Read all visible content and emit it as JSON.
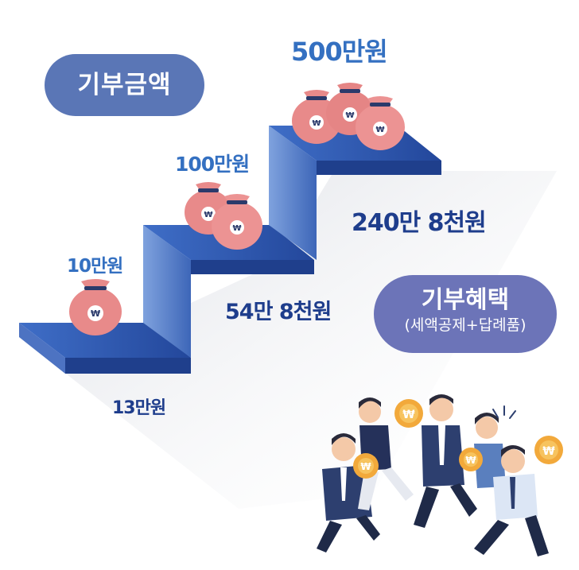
{
  "donation": {
    "title": "기부금액",
    "levels": [
      {
        "donation": "10만원",
        "benefit": "13만원"
      },
      {
        "donation": "100만원",
        "benefit": "54만 8천원"
      },
      {
        "donation": "500만원",
        "benefit": "240만 8천원"
      }
    ]
  },
  "benefit": {
    "title": "기부혜택",
    "subtitle": "(세액공제+답례품)"
  },
  "icons": {
    "money_bag": "money-bag-icon",
    "coin": "won-coin-icon",
    "won_symbol": "₩"
  },
  "colors": {
    "step_dark": "#1f3f8c",
    "step_light": "#5b86cf",
    "bag": "#e88a8a",
    "pill_amount": "#5a76b6",
    "pill_benefit": "#6c74b8",
    "coin": "#f2a93b"
  }
}
